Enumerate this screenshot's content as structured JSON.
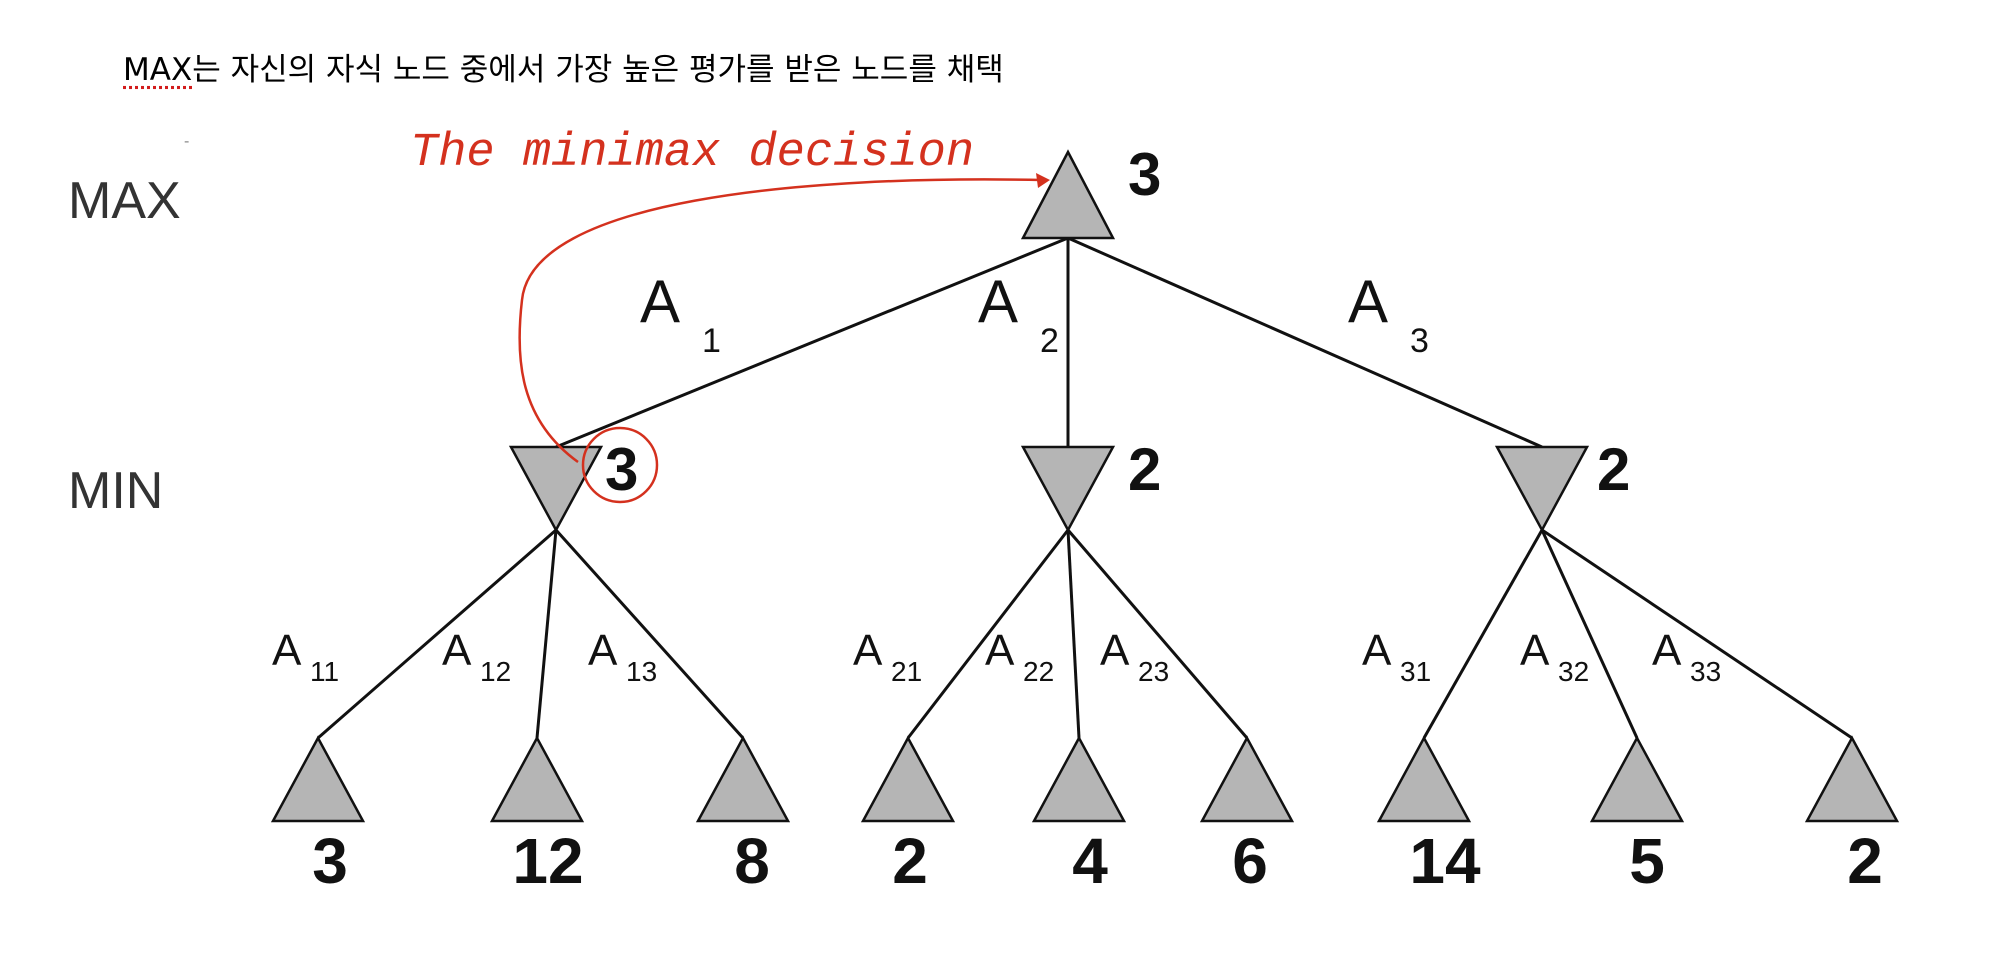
{
  "caption": {
    "max_word": "MAX",
    "rest": "는 자신의 자식 노드 중에서 가장 높은 평가를 받은 노드를 채택"
  },
  "levels": {
    "max": "MAX",
    "min": "MIN"
  },
  "annotation": "The minimax decision",
  "root": {
    "value": "3"
  },
  "min_nodes": [
    {
      "value": "3",
      "action": "A",
      "sub": "1"
    },
    {
      "value": "2",
      "action": "A",
      "sub": "2"
    },
    {
      "value": "2",
      "action": "A",
      "sub": "3"
    }
  ],
  "leaf_actions": [
    {
      "action": "A",
      "sub": "11"
    },
    {
      "action": "A",
      "sub": "12"
    },
    {
      "action": "A",
      "sub": "13"
    },
    {
      "action": "A",
      "sub": "21"
    },
    {
      "action": "A",
      "sub": "22"
    },
    {
      "action": "A",
      "sub": "23"
    },
    {
      "action": "A",
      "sub": "31"
    },
    {
      "action": "A",
      "sub": "32"
    },
    {
      "action": "A",
      "sub": "33"
    }
  ],
  "leaves": [
    "3",
    "12",
    "8",
    "2",
    "4",
    "6",
    "14",
    "5",
    "2"
  ],
  "colors": {
    "annotation": "#d4311e",
    "node_fill": "#b5b5b5"
  }
}
